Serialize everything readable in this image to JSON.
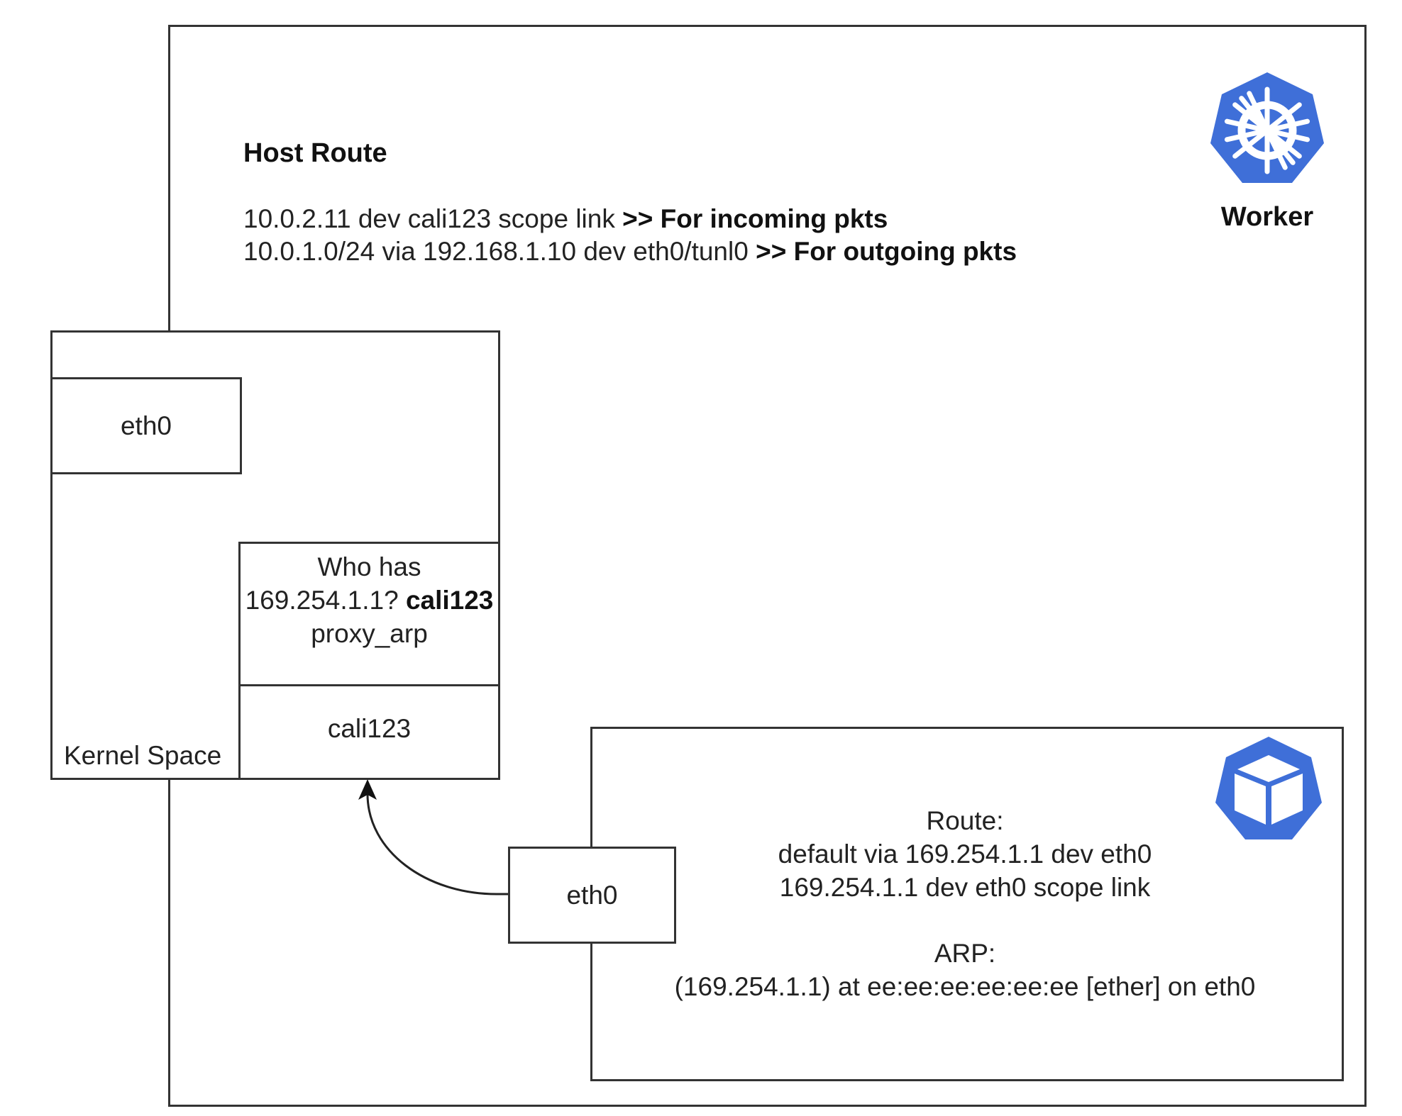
{
  "worker": {
    "label": "Worker",
    "icon": "kubernetes-helm-icon",
    "icon_color": "#3f6fd8",
    "host_route": {
      "title": "Host Route",
      "lines": [
        {
          "route": "10.0.2.11 dev cali123 scope link",
          "note": ">> For incoming pkts"
        },
        {
          "route": "10.0.1.0/24 via 192.168.1.10 dev eth0/tunl0",
          "note": ">> For outgoing pkts"
        }
      ]
    }
  },
  "kernel_space": {
    "label": "Kernel Space",
    "host_eth0": "eth0",
    "proxy_arp": {
      "line1": "Who has",
      "line2_prefix": "169.254.1.1?",
      "line2_bold": "cali123",
      "line3": "proxy_arp"
    },
    "cali_iface": "cali123"
  },
  "pod": {
    "icon": "kubernetes-pod-icon",
    "icon_color": "#3f6fd8",
    "eth0": "eth0",
    "route_title": "Route:",
    "route_lines": [
      "default via 169.254.1.1 dev eth0",
      "169.254.1.1 dev eth0 scope link"
    ],
    "arp_title": "ARP:",
    "arp_line": "(169.254.1.1) at ee:ee:ee:ee:ee:ee [ether]  on eth0"
  }
}
